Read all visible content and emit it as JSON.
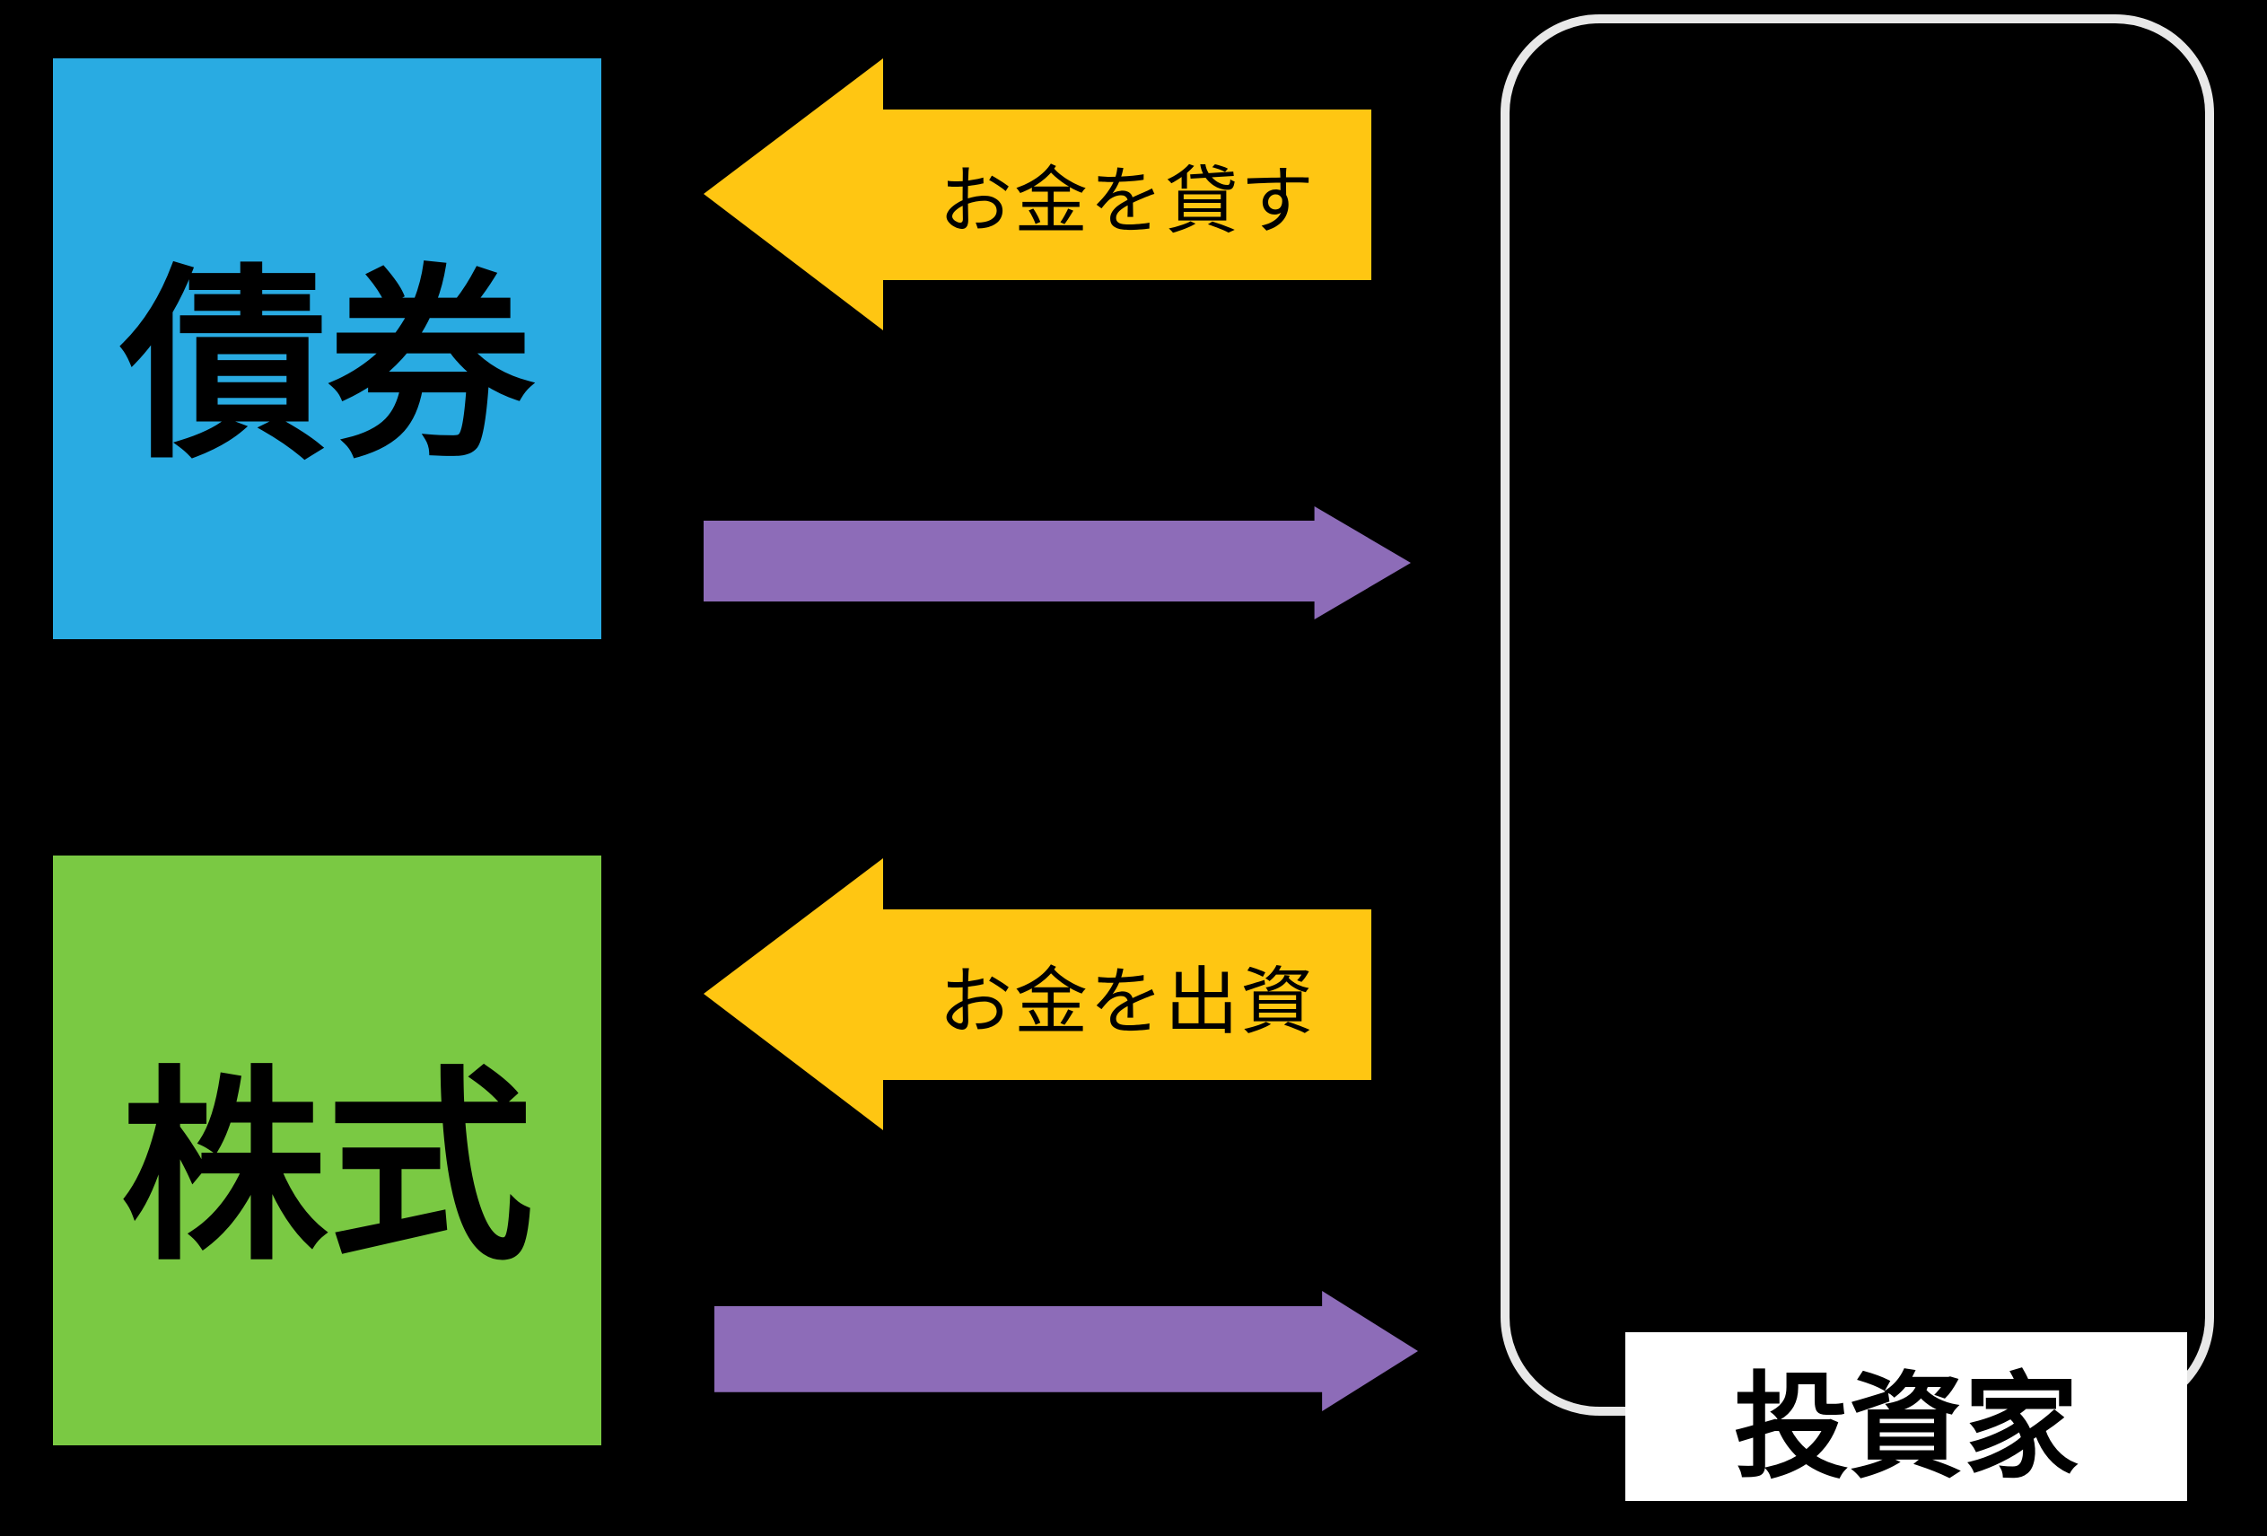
{
  "diagram": {
    "bond_box": {
      "label": "債券"
    },
    "stock_box": {
      "label": "株式"
    },
    "investor": {
      "label": "投資家"
    },
    "arrows": [
      {
        "id": "lend-money",
        "label": "お金を貸す",
        "color": "yellow",
        "direction": "left",
        "from": "投資家",
        "to": "債券"
      },
      {
        "id": "bond-return",
        "label": "",
        "color": "purple",
        "direction": "right",
        "from": "債券",
        "to": "投資家"
      },
      {
        "id": "invest-money",
        "label": "お金を出資",
        "color": "yellow",
        "direction": "left",
        "from": "投資家",
        "to": "株式"
      },
      {
        "id": "stock-return",
        "label": "",
        "color": "purple",
        "direction": "right",
        "from": "株式",
        "to": "投資家"
      }
    ]
  },
  "colors": {
    "blue": "#29ABE2",
    "green": "#7AC943",
    "yellow": "#FFC612",
    "purple": "#8D6CB8",
    "outline": "#E8E8E8",
    "label-bg": "#FFFFFF",
    "background": "#000000"
  }
}
